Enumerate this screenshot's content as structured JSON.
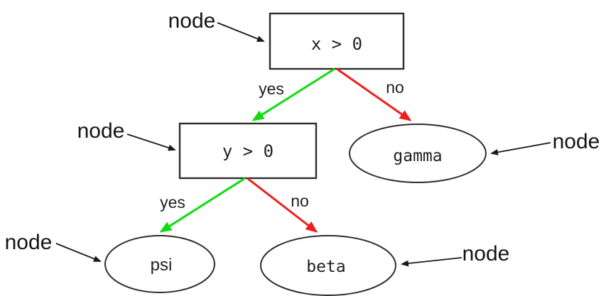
{
  "diagram": {
    "type": "decision-tree",
    "nodes": [
      {
        "id": "root",
        "shape": "rectangle",
        "label": "x > 0"
      },
      {
        "id": "ytest",
        "shape": "rectangle",
        "label": "y > 0"
      },
      {
        "id": "gamma",
        "shape": "ellipse",
        "label": "gamma"
      },
      {
        "id": "psi",
        "shape": "ellipse",
        "label": "psi"
      },
      {
        "id": "beta",
        "shape": "ellipse",
        "label": "beta"
      }
    ],
    "edges": [
      {
        "from": "root",
        "to": "ytest",
        "label": "yes",
        "color": "#0ddd0d"
      },
      {
        "from": "root",
        "to": "gamma",
        "label": "no",
        "color": "#ee1e1e"
      },
      {
        "from": "ytest",
        "to": "psi",
        "label": "yes",
        "color": "#0ddd0d"
      },
      {
        "from": "ytest",
        "to": "beta",
        "label": "no",
        "color": "#ee1e1e"
      }
    ],
    "annotations": [
      {
        "label": "node",
        "points_to": "root"
      },
      {
        "label": "node",
        "points_to": "ytest"
      },
      {
        "label": "node",
        "points_to": "gamma"
      },
      {
        "label": "node",
        "points_to": "psi"
      },
      {
        "label": "node",
        "points_to": "beta"
      }
    ],
    "colors": {
      "yes_green": "#0ddd0d",
      "no_red": "#ee1e1e",
      "line_black": "#1a1a1a",
      "shape_stroke": "#2d2d2d",
      "shape_fill": "#ffffff",
      "background": "#ffffff"
    }
  }
}
